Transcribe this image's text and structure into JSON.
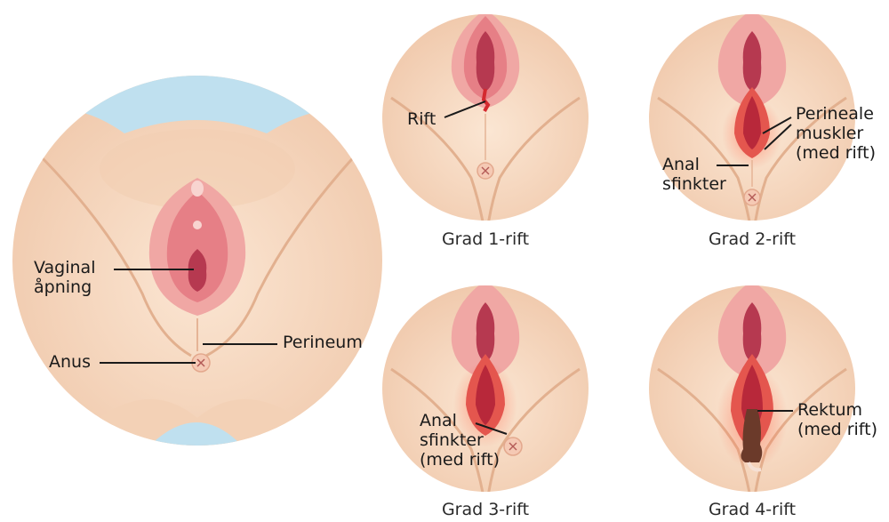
{
  "main_diagram": {
    "labels": {
      "vaginal_opening": "Vaginal\nåpning",
      "perineum": "Perineum",
      "anus": "Anus"
    }
  },
  "panels": [
    {
      "caption": "Grad 1-rift",
      "labels": {
        "tear": "Rift"
      }
    },
    {
      "caption": "Grad 2-rift",
      "labels": {
        "anal_sphincter": "Anal\nsfinkter",
        "perineal_muscles": "Perineale\nmuskler\n(med rift)"
      }
    },
    {
      "caption": "Grad 3-rift",
      "labels": {
        "anal_sphincter_torn": "Anal\nsfinkter\n(med rift)"
      }
    },
    {
      "caption": "Grad 4-rift",
      "labels": {
        "rectum_torn": "Rektum\n(med rift)"
      }
    }
  ],
  "colors": {
    "skin": "#f7d9c0",
    "skin_shadow": "#e8b99a",
    "mucosa": "#e58a8f",
    "mucosa_light": "#f4b4b6",
    "opening": "#c8475a",
    "tear": "#d4292f",
    "background_blue": "#bfe0ef",
    "leader_line": "#1a1a1a"
  }
}
